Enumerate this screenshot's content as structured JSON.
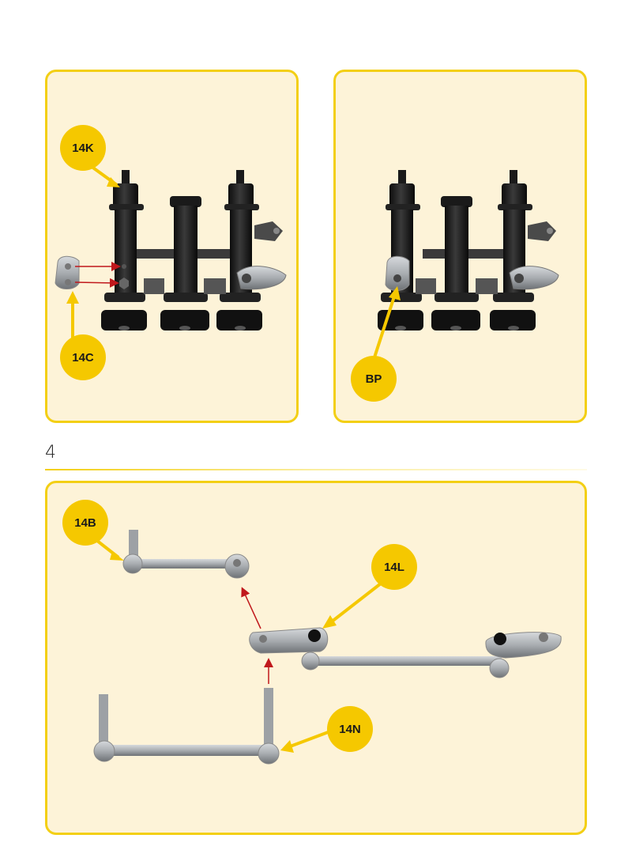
{
  "step": {
    "number": "4"
  },
  "panel_a": {
    "callouts": [
      "14K",
      "14C"
    ]
  },
  "panel_b": {
    "callouts": [
      "BP"
    ]
  },
  "panel_c": {
    "callouts": [
      "14B",
      "14L",
      "14N"
    ]
  },
  "colors": {
    "accent": "#f5c800",
    "panel_bg": "#fdf3d8",
    "border": "#f3cf15",
    "arrow_red": "#c0181c"
  }
}
